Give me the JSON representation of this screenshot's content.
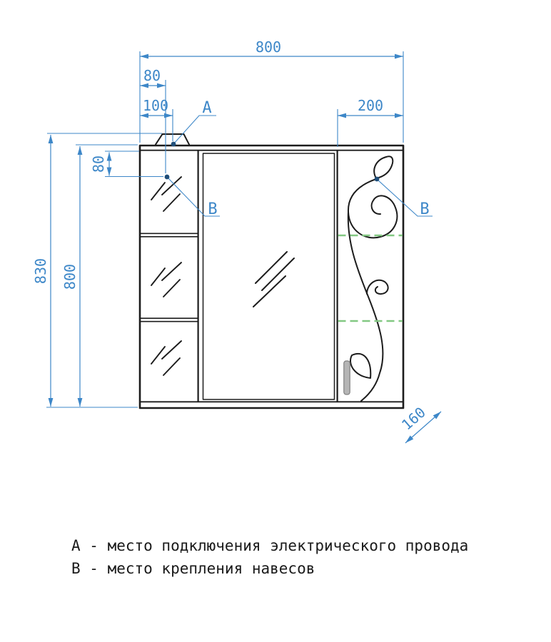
{
  "drawing": {
    "type": "furniture-technical-drawing",
    "subject": "mirror cabinet front view with dimensions",
    "colors": {
      "line": "#1c1c1c",
      "dimension": "#3d87c8",
      "shelf_marker": "#82c882",
      "point_marker": "#1f4e79",
      "handle_fill": "#b5b5b5",
      "handle_stroke": "#808080"
    },
    "dimensions": {
      "overall_width": "800",
      "hanger_offset_x": "80",
      "electric_offset_x": "100",
      "right_door_width": "200",
      "overall_height": "830",
      "cabinet_height": "800",
      "hanger_offset_y": "80",
      "depth": "160"
    },
    "points": {
      "a": "A",
      "b_left": "B",
      "b_right": "B"
    },
    "legend": {
      "line_a": "А - место подключения электрического провода",
      "line_b": "В - место крепления навесов"
    }
  }
}
